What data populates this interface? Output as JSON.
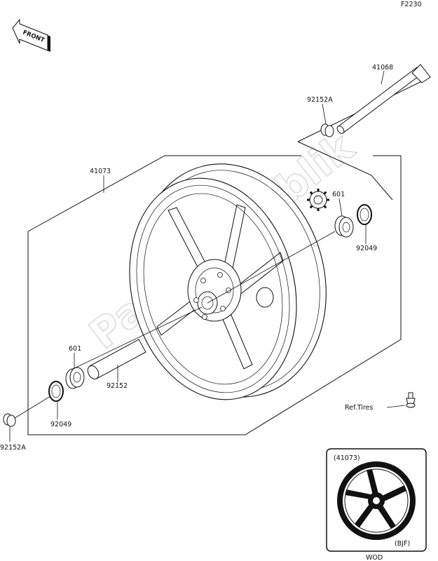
{
  "diagram_code": "F2230",
  "front_badge": "FRONT",
  "watermark": "PartsRepublik",
  "labels": {
    "axle": "41068",
    "collar_top": "92152A",
    "wheel": "41073",
    "bearing_right": "601",
    "seal_right": "92049",
    "bearing_left": "601",
    "spacer": "92152",
    "seal_left": "92049",
    "collar_bottom": "92152A",
    "valve_ref": "Ref.Tires"
  },
  "inset": {
    "part_ref": "(41073)",
    "color_code": "(BJF)",
    "caption": "WOD"
  },
  "colors": {
    "line": "#111111",
    "watermark": "#d6d6d6",
    "background": "#ffffff"
  },
  "icons": [
    "front-arrow-icon",
    "gear-icon",
    "valve-icon"
  ]
}
